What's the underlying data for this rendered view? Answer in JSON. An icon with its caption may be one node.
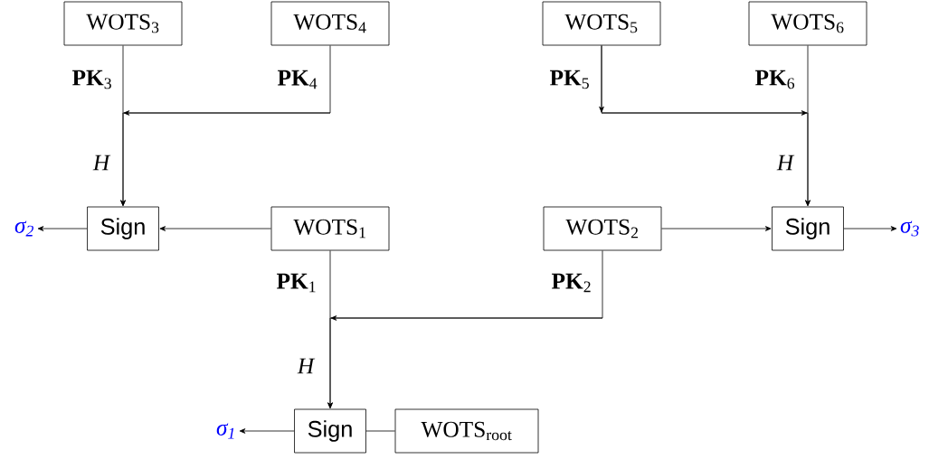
{
  "diagram": {
    "nodes": [
      {
        "text": [
          "WOTS$_{3}$"
        ]
      },
      {
        "text": [
          "WOTS$_{4}$"
        ]
      },
      {
        "text": [
          "WOTS$_{5}$"
        ]
      },
      {
        "text": [
          "WOTS$_{6}$"
        ]
      },
      {
        "text": [
          "σ$_{2}$"
        ]
      },
      {
        "text": [
          "Sign"
        ]
      },
      {
        "text": [
          "WOTS$_{1}$"
        ]
      },
      {
        "text": [
          "WOTS$_{2}$"
        ]
      },
      {
        "text": [
          "Sign"
        ]
      },
      {
        "text": [
          "σ$_{3}$"
        ]
      },
      {
        "text": [
          "σ$_{1}$"
        ]
      },
      {
        "text": [
          "Sign"
        ]
      },
      {
        "text": [
          "WOTS$_{root}$"
        ]
      }
    ],
    "edges": [
      {
        "from": 0,
        "to": 5,
        "arrow": "to",
        "label": "**PK**$_{3}$"
      },
      {
        "from": 1,
        "to": 5,
        "arrow": "to",
        "label": "**PK**$_{4}$"
      },
      {
        "from": 2,
        "to": 8,
        "arrow": "to",
        "label": "**PK**$_{5}$"
      },
      {
        "from": 3,
        "to": 8,
        "arrow": "to",
        "label": "**PK**$_{6}$"
      },
      {
        "from": 6,
        "to": 5,
        "arrow": "to"
      },
      {
        "from": 5,
        "to": 4,
        "arrow": "to"
      },
      {
        "from": 7,
        "to": 8,
        "arrow": "to"
      },
      {
        "from": 8,
        "to": 9,
        "arrow": "to"
      },
      {
        "from": 6,
        "to": 11,
        "arrow": "to",
        "label": "**PK**$_{1}$"
      },
      {
        "from": 7,
        "to": 11,
        "arrow": "to",
        "label": "**PK**$_{2}$"
      },
      {
        "from": 11,
        "to": 10,
        "arrow": "to"
      },
      {
        "from": 12,
        "to": 11,
        "arrow": "none"
      }
    ],
    "labels": [
      "H",
      "H",
      "H"
    ]
  }
}
